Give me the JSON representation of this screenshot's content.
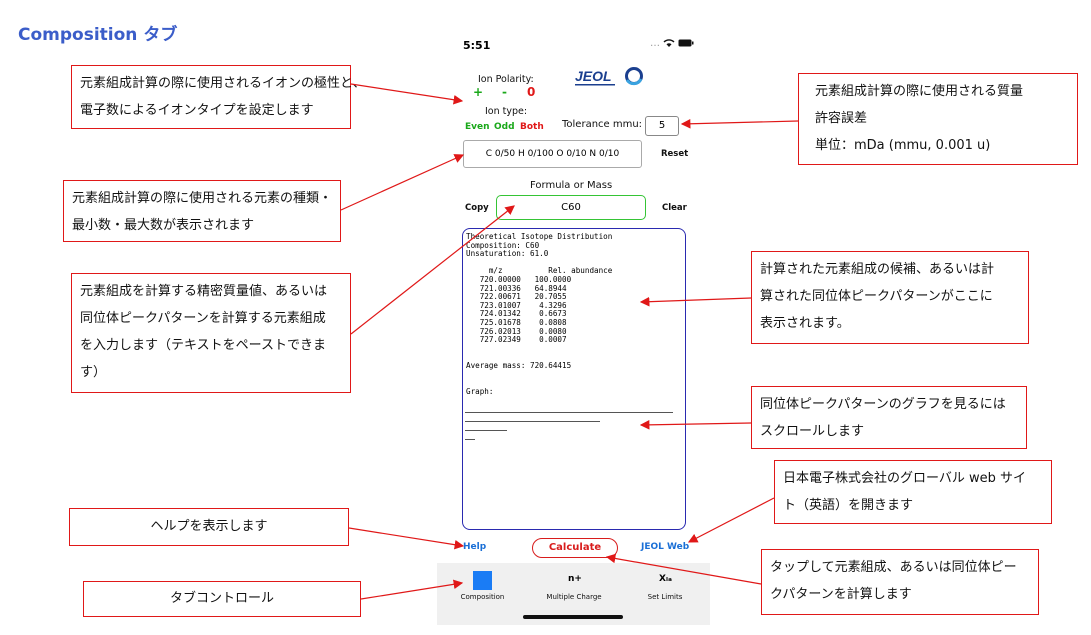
{
  "page_title": "Composition タブ",
  "phone": {
    "status_time": "5:51",
    "status_icons": "... ᯤ ▬",
    "ion_polarity_label": "Ion Polarity:",
    "polarity_plus": "+",
    "polarity_minus": "-",
    "polarity_zero": "0",
    "ion_type_label": "Ion type:",
    "ion_even": "Even",
    "ion_odd": "Odd",
    "ion_both": "Both",
    "tolerance_label": "Tolerance mmu:",
    "tolerance_value": "5",
    "element_ranges": "C 0/50 H 0/100 O 0/10 N 0/10",
    "reset_label": "Reset",
    "formula_label": "Formula or Mass",
    "copy_label": "Copy",
    "formula_value": "C60",
    "clear_label": "Clear",
    "result_text": "Theoretical Isotope Distribution\nComposition: C60\nUnsaturation: 61.0\n\n     m/z          Rel. abundance\n   720.00000   100.0000\n   721.00336   64.8944\n   722.00671   20.7055\n   723.01007    4.3296\n   724.01342    0.6673\n   725.01678    0.0808\n   726.02013    0.0080\n   727.02349    0.0007\n\n\nAverage mass: 720.64415\n\n\nGraph:",
    "help_label": "Help",
    "calculate_label": "Calculate",
    "jeol_web_label": "JEOL Web",
    "logo_text": "JEOL",
    "tabs": [
      {
        "label": "Composition",
        "icon": "square-icon"
      },
      {
        "label": "Multiple Charge",
        "icon_text": "n+"
      },
      {
        "label": "Set Limits",
        "icon_text": "Xₗₐ"
      }
    ]
  },
  "callouts": {
    "polarity": [
      "元素組成計算の際に使用されるイオンの極性と、",
      "電子数によるイオンタイプを設定します"
    ],
    "tolerance": [
      "元素組成計算の際に使用される質量",
      "許容誤差",
      "単位：mDa (mmu, 0.001 u)"
    ],
    "elements": [
      "元素組成計算の際に使用される元素の種類・",
      "最小数・最大数が表示されます"
    ],
    "formula": [
      "元素組成を計算する精密質量値、あるいは",
      "同位体ピークパターンを計算する元素組成",
      "を入力します（テキストをペーストできま",
      "す）"
    ],
    "result": [
      "計算された元素組成の候補、あるいは計",
      "算された同位体ピークパターンがここに",
      "表示されます。"
    ],
    "scroll": [
      "同位体ピークパターンのグラフを見るには",
      "スクロールします"
    ],
    "web": [
      "日本電子株式会社のグローバル web サイ",
      "ト（英語）を開きます"
    ],
    "help": "ヘルプを表示します",
    "calculate": [
      "タップして元素組成、あるいは同位体ピー",
      "クパターンを計算します"
    ],
    "tabs": "タブコントロール"
  },
  "colors": {
    "accent_title": "#3b5dc9",
    "callout_border": "#e01818",
    "link_blue": "#1a6fd6",
    "tab_selected": "#1a7cf5"
  }
}
